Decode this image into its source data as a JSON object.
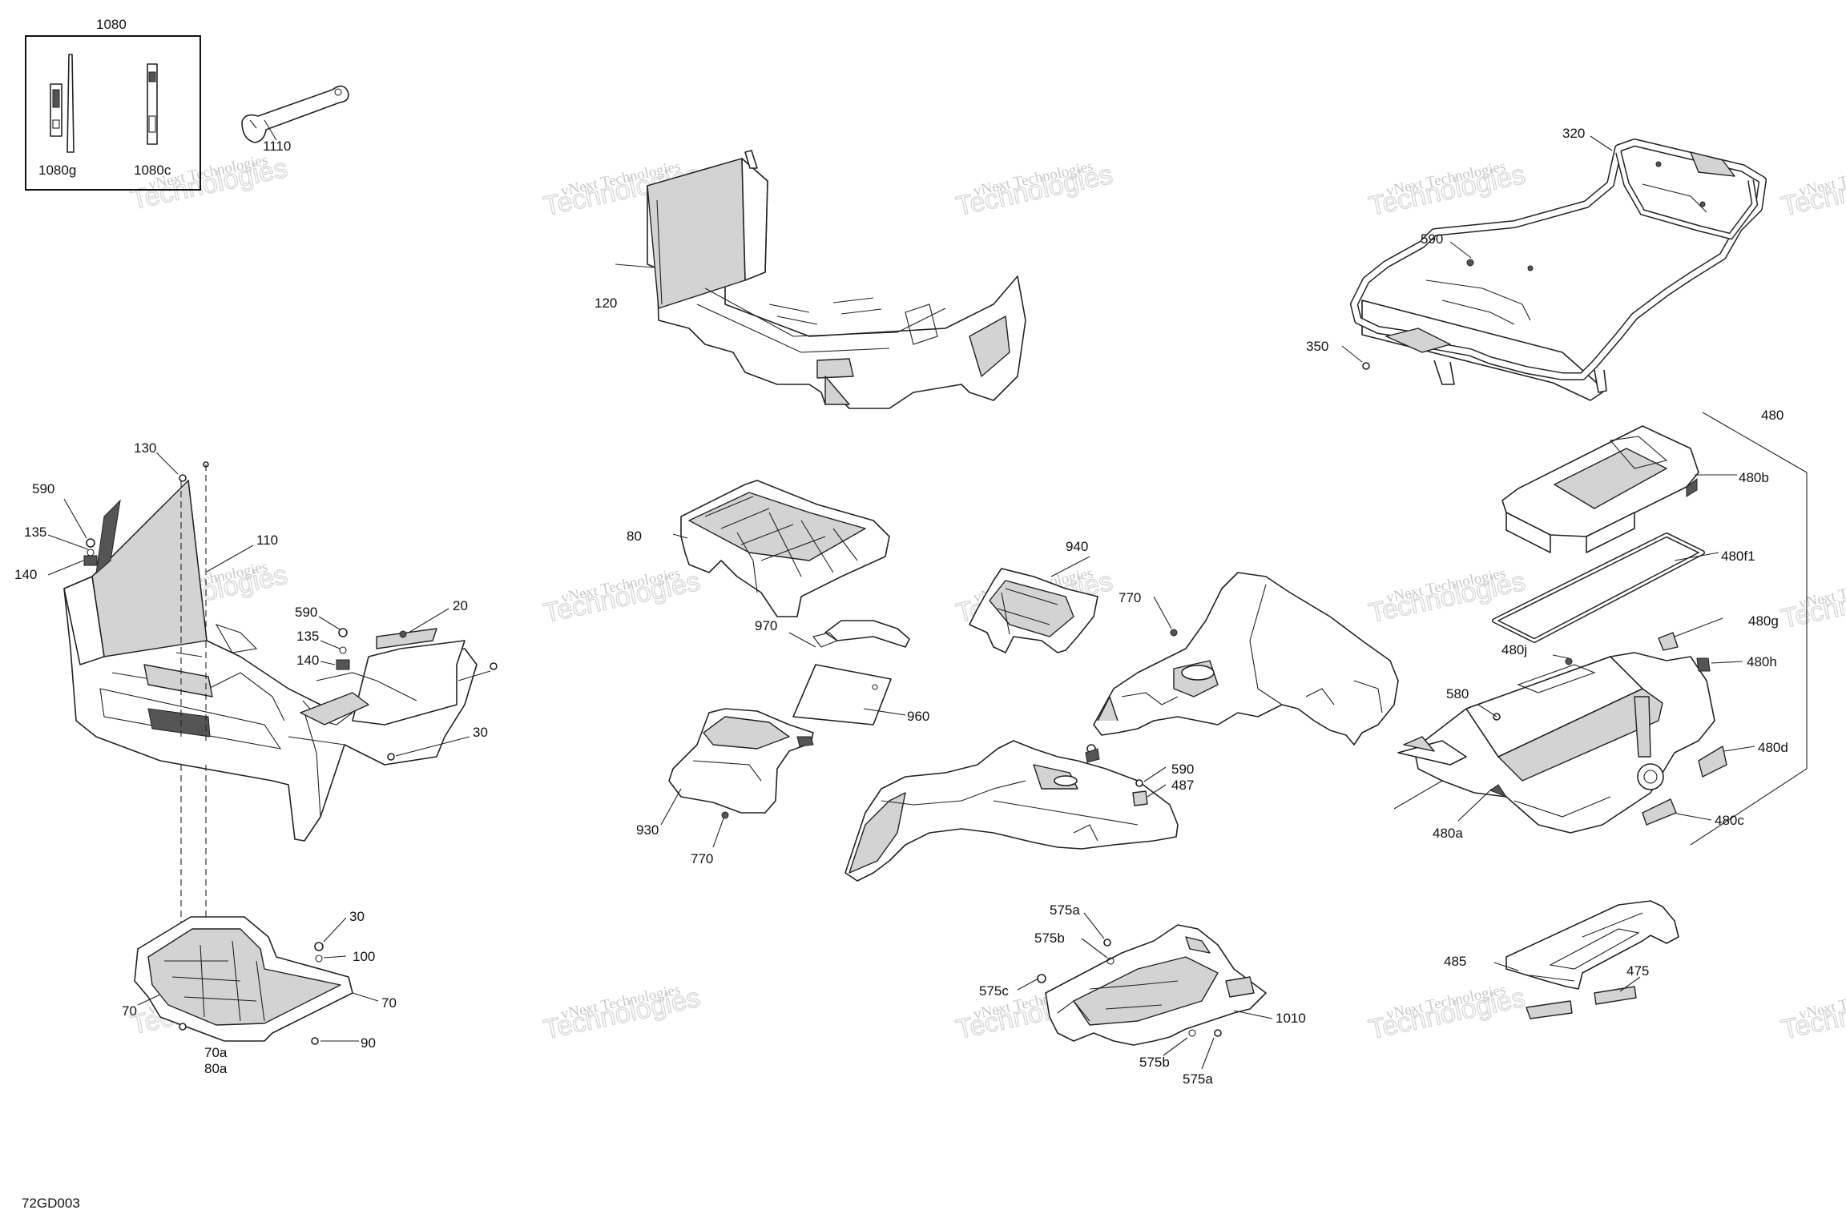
{
  "diagram_code": "72GD003",
  "watermark": {
    "line1": "vNext Technologies",
    "line2": "Technologies"
  },
  "callouts": {
    "c1080": "1080",
    "c1080g": "1080g",
    "c1080c": "1080c",
    "c1110": "1110",
    "c120": "120",
    "c320": "320",
    "c590a": "590",
    "c350": "350",
    "c480": "480",
    "c480b": "480b",
    "c480f1": "480f1",
    "c480g": "480g",
    "c480j": "480j",
    "c480h": "480h",
    "c580": "580",
    "c480d": "480d",
    "c480a": "480a",
    "c480c": "480c",
    "c130": "130",
    "c590b": "590",
    "c135a": "135",
    "c140a": "140",
    "c110": "110",
    "c590c": "590",
    "c135b": "135",
    "c140b": "140",
    "c20": "20",
    "c30a": "30",
    "c80": "80",
    "c940": "940",
    "c770a": "770",
    "c970": "970",
    "c960": "960",
    "c930": "930",
    "c770b": "770",
    "c590d": "590",
    "c487": "487",
    "c30b": "30",
    "c100": "100",
    "c70a": "70",
    "c70b": "70",
    "c90": "90",
    "c70a2": "70a",
    "c80a": "80a",
    "c575a1": "575a",
    "c575b1": "575b",
    "c575c": "575c",
    "c1010": "1010",
    "c575b2": "575b",
    "c575a2": "575a",
    "c485": "485",
    "c475": "475"
  }
}
